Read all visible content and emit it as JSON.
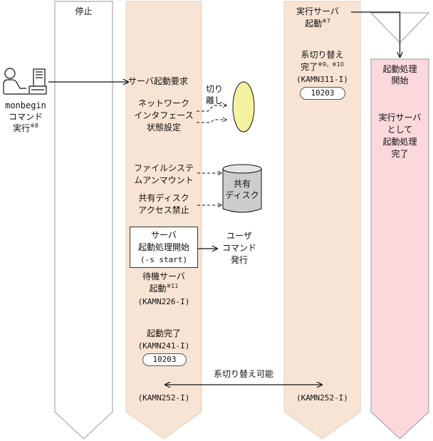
{
  "lanes": {
    "stop": "停止",
    "exec_server_start": "実行サーバ",
    "exec_server_start2": "起動",
    "exec_server_start_note": "※7"
  },
  "person": {
    "line1": "monbegin",
    "line2": "コマンド",
    "line3": "実行",
    "note": "※8"
  },
  "standby": {
    "request": "サーバ起動要求",
    "net_line1": "ネットワーク",
    "net_line2": "インタフェース",
    "net_line3": "状態設定",
    "detach_line1": "切り",
    "detach_line2": "離し",
    "fs_line1": "ファイルシステ",
    "fs_line2": "ムアンマウント",
    "disk_line1": "共有ディスク",
    "disk_line2": "アクセス禁止",
    "shared_disk_line1": "共有",
    "shared_disk_line2": "ディスク",
    "proc_line1": "サーバ",
    "proc_line2": "起動処理開始",
    "proc_line3": "(-s start)",
    "user_line1": "ユーザ",
    "user_line2": "コマンド",
    "user_line3": "発行",
    "standby_line1": "待機サーバ",
    "standby_line2": "起動",
    "standby_note": "※11",
    "standby_code": "(KAMN226-I)",
    "done_line1": "起動完了",
    "done_code": "(KAMN241-I)",
    "done_pill": "10203",
    "bottom_code": "(KAMN252-I)"
  },
  "exec": {
    "switch_line1": "系切り替え",
    "switch_line2": "完了",
    "switch_note": "※9，※10",
    "switch_code": "(KAMN311-I)",
    "switch_pill": "10203",
    "bottom_code": "(KAMN252-I)"
  },
  "target": {
    "line1": "起動処理",
    "line2": "開始",
    "line3": "実行サーバ",
    "line4": "として",
    "line5": "起動処理",
    "line6": "完了"
  },
  "switchable": "系切り替え可能",
  "colors": {
    "stop_fill": "#ffffff",
    "peach_fill": "#f8e4d4",
    "pink_fill": "#fbd8dc",
    "ellipse_fill": "#f4f2a0",
    "disk_fill": "#cccccc"
  }
}
